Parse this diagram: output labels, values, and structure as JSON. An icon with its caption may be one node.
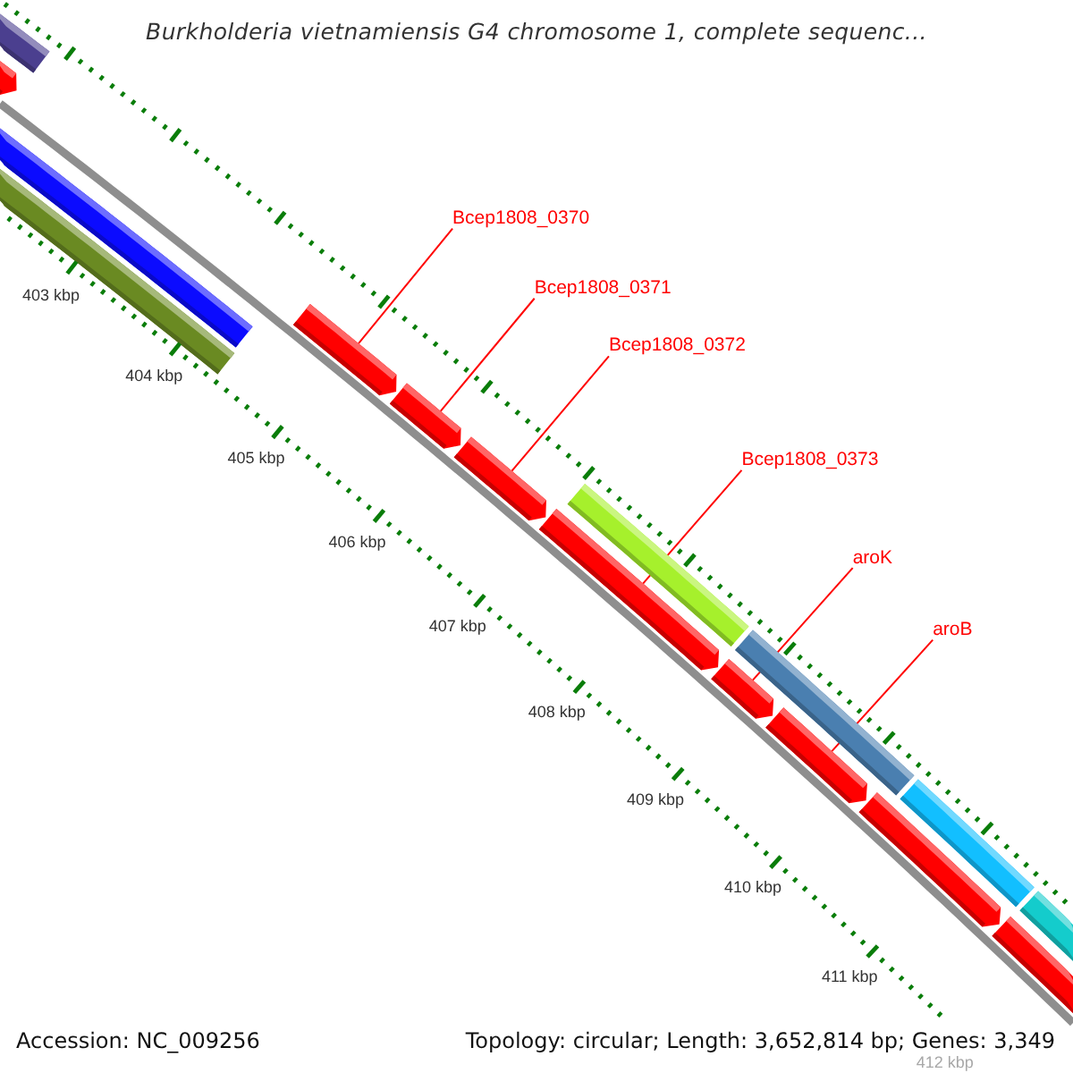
{
  "diagram": {
    "title": "Burkholderia vietnamiensis G4 chromosome 1, complete sequenc...",
    "nodes": [
      {
        "text": [
          "Bcep1808_0370"
        ]
      },
      {
        "text": [
          "Bcep1808_0371"
        ]
      },
      {
        "text": [
          "Bcep1808_0372"
        ]
      },
      {
        "text": [
          "Bcep1808_0373"
        ]
      },
      {
        "text": [
          "aroK"
        ]
      },
      {
        "text": [
          "aroB"
        ]
      },
      {
        "text": [],
        "shape": "bar"
      },
      {
        "text": [],
        "shape": "arrow"
      },
      {
        "text": [],
        "shape": "bar"
      },
      {
        "text": [],
        "shape": "bar"
      },
      {
        "text": [],
        "shape": "arrow"
      },
      {
        "text": [],
        "shape": "arrow"
      },
      {
        "text": [],
        "shape": "arrow"
      },
      {
        "text": [],
        "shape": "arrow"
      },
      {
        "text": [],
        "shape": "bar"
      },
      {
        "text": [],
        "shape": "arrow"
      },
      {
        "text": [],
        "shape": "bar"
      },
      {
        "text": [],
        "shape": "arrow"
      },
      {
        "text": [],
        "shape": "arrow"
      },
      {
        "text": [],
        "shape": "bar"
      },
      {
        "text": [],
        "shape": "arrow"
      },
      {
        "text": [],
        "shape": "bar"
      }
    ],
    "edges": [
      {
        "from": 0,
        "to": 10,
        "arrow": "none"
      },
      {
        "from": 1,
        "to": 11,
        "arrow": "none"
      },
      {
        "from": 2,
        "to": 12,
        "arrow": "none"
      },
      {
        "from": 3,
        "to": 13,
        "arrow": "none"
      },
      {
        "from": 4,
        "to": 15,
        "arrow": "none"
      },
      {
        "from": 5,
        "to": 17,
        "arrow": "none"
      }
    ],
    "labels": [
      "403 kbp",
      "404 kbp",
      "405 kbp",
      "406 kbp",
      "407 kbp",
      "408 kbp",
      "409 kbp",
      "410 kbp",
      "411 kbp",
      "412 kbp",
      "Accession: NC_009256",
      "Topology: circular; Length: 3,652,814 bp; Genes: 3,349"
    ]
  }
}
